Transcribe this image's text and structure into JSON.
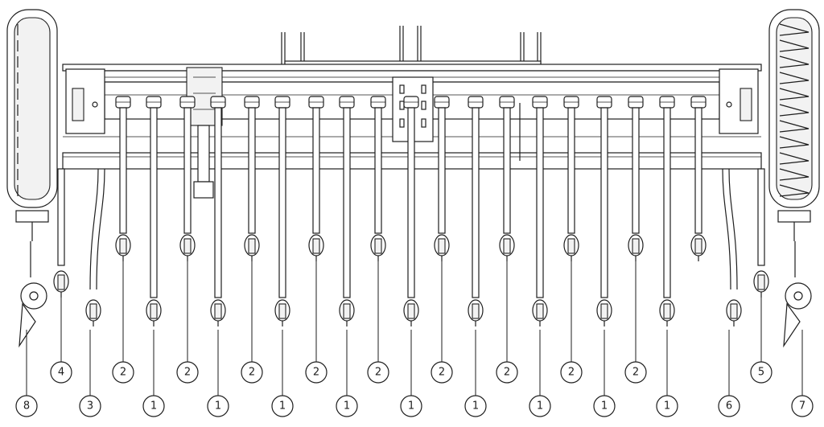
{
  "drawing": {
    "subject": "seed-drill-front-view",
    "row_callouts": [
      "2",
      "2",
      "2",
      "2",
      "2",
      "2",
      "2",
      "2",
      "2"
    ],
    "bottom_callouts": [
      "8",
      "3",
      "1",
      "1",
      "1",
      "1",
      "1",
      "1",
      "1",
      "1",
      "1",
      "6",
      "7"
    ],
    "upper_side_callouts": [
      "4",
      "5"
    ]
  },
  "colors": {
    "line": "#1e1e1e",
    "paper": "#ffffff"
  }
}
